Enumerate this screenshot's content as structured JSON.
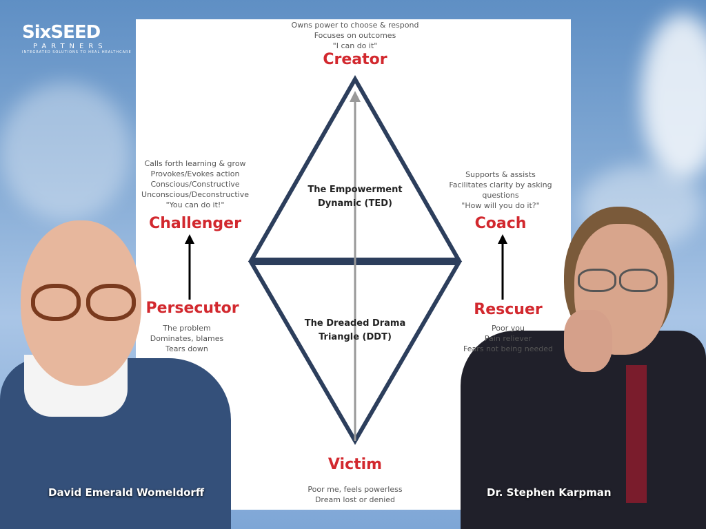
{
  "logo": {
    "main": "SixSEED",
    "sub": "PARTNERS",
    "tagline": "INTEGRATED SOLUTIONS TO HEAL HEALTHCARE"
  },
  "creator": {
    "lines": [
      "Owns power to choose & respond",
      "Focuses on outcomes",
      "\"I can do it\""
    ],
    "label": "Creator"
  },
  "challenger": {
    "lines": [
      "Calls forth learning & grow",
      "Provokes/Evokes action",
      "Conscious/Constructive",
      "Unconscious/Deconstructive",
      "\"You can do it!\""
    ],
    "label": "Challenger"
  },
  "coach": {
    "lines": [
      "Supports & assists",
      "Facilitates clarity by asking",
      "questions",
      "\"How will you do it?\""
    ],
    "label": "Coach"
  },
  "persecutor": {
    "label": "Persecutor",
    "lines": [
      "The problem",
      "Dominates, blames",
      "Tears down"
    ]
  },
  "rescuer": {
    "label": "Rescuer",
    "lines": [
      "Poor you",
      "Pain reliever",
      "Fears not being needed"
    ]
  },
  "victim": {
    "label": "Victim",
    "lines": [
      "Poor me, feels powerless",
      "Dream lost or denied"
    ]
  },
  "ted": {
    "line1": "The Empowerment",
    "line2": "Dynamic (TED)"
  },
  "ddt": {
    "line1": "The Dreaded Drama",
    "line2": "Triangle (DDT)"
  },
  "people": {
    "left": "David Emerald Womeldorff",
    "right": "Dr. Stephen Karpman"
  },
  "colors": {
    "role": "#d2282e",
    "triangle": "#2c3e5c",
    "arrow": "#999999",
    "sky": "#7ea6d6"
  }
}
